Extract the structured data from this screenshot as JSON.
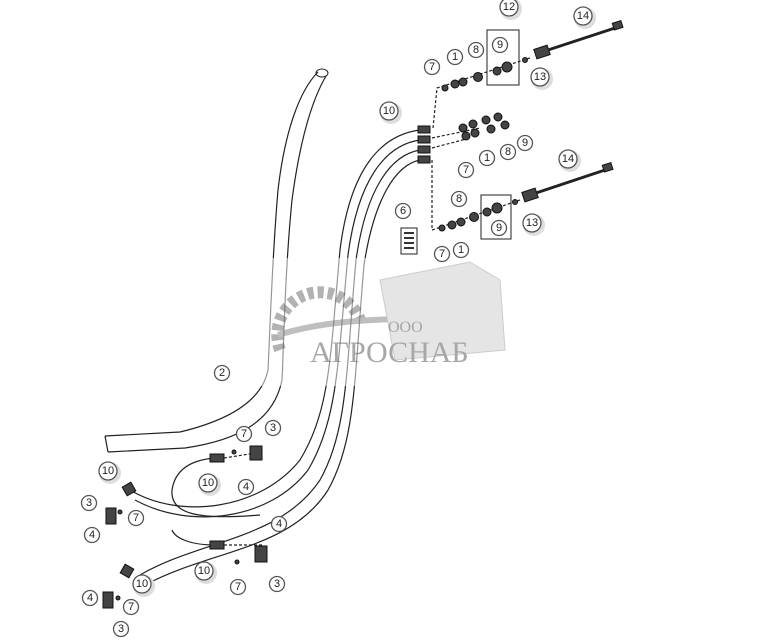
{
  "diagram": {
    "callouts": [
      "12",
      "14",
      "7",
      "1",
      "8",
      "9",
      "13",
      "10",
      "9",
      "8",
      "1",
      "7",
      "14",
      "8",
      "9",
      "13",
      "6",
      "7",
      "1",
      "2",
      "7",
      "3",
      "10",
      "4",
      "10",
      "3",
      "7",
      "4",
      "4",
      "10",
      "7",
      "3",
      "10",
      "4",
      "7",
      "3"
    ]
  },
  "watermark": {
    "prefix": "ООО",
    "name": "АГРОСНАБ"
  }
}
